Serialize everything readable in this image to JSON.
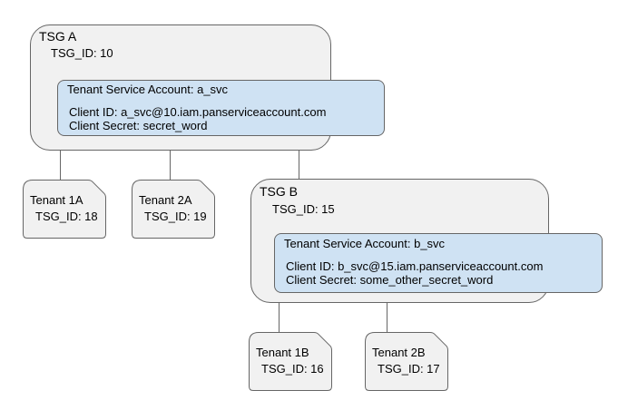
{
  "colors": {
    "background": "#ffffff",
    "group_fill": "#f1f1f1",
    "account_fill": "#cfe2f3",
    "border": "#666666",
    "connector": "#666666",
    "text": "#000000"
  },
  "groups": [
    {
      "title": "TSG A",
      "tsg_id": "TSG_ID: 10",
      "service_account": {
        "title": "Tenant Service Account: a_svc",
        "client_id": "Client ID: a_svc@10.iam.panserviceaccount.com",
        "client_secret": "Client Secret: secret_word"
      },
      "tenants": [
        {
          "name": "Tenant 1A",
          "tsg_id": "TSG_ID: 18"
        },
        {
          "name": "Tenant 2A",
          "tsg_id": "TSG_ID: 19"
        }
      ]
    },
    {
      "title": "TSG B",
      "tsg_id": "TSG_ID: 15",
      "service_account": {
        "title": "Tenant Service Account: b_svc",
        "client_id": "Client ID: b_svc@15.iam.panserviceaccount.com",
        "client_secret": "Client Secret: some_other_secret_word"
      },
      "tenants": [
        {
          "name": "Tenant 1B",
          "tsg_id": "TSG_ID: 16"
        },
        {
          "name": "Tenant 2B",
          "tsg_id": "TSG_ID: 17"
        }
      ]
    }
  ]
}
